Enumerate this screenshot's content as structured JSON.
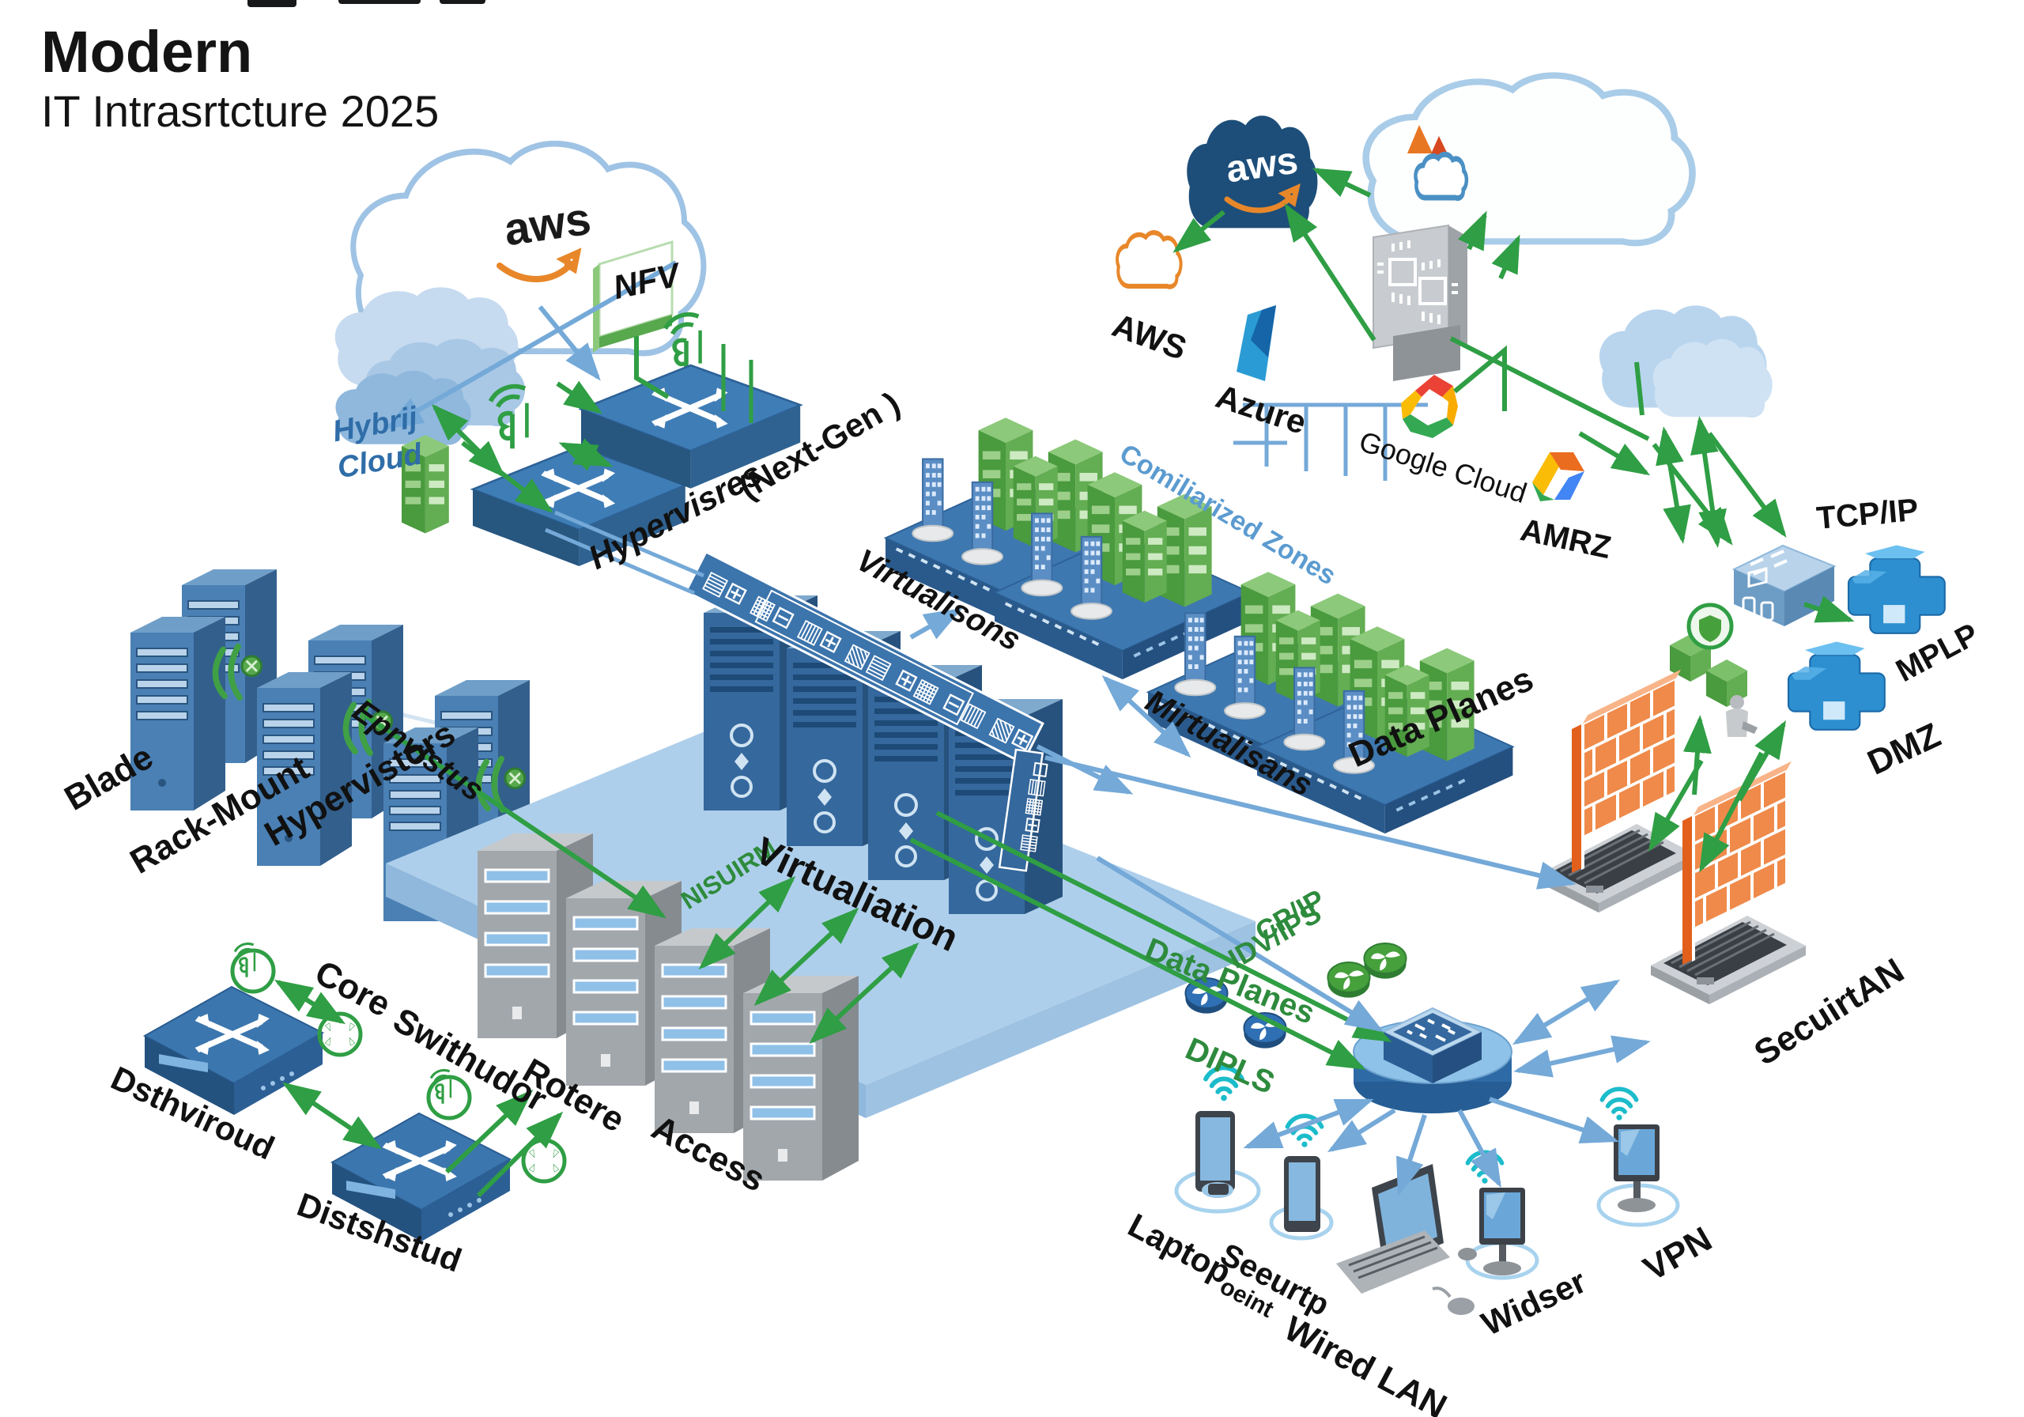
{
  "title": {
    "line1": "Modern",
    "line2": "IT Intrasrtcture 2025"
  },
  "hybrid_cloud": {
    "aws_logo": "aws",
    "name_line1": "Hybrij",
    "name_line2": "Cloud",
    "nfv": "NFV",
    "hypervisors": "Hypervisres",
    "next_gen": "(Next-Gen )"
  },
  "on_prem": {
    "blade": "Blade",
    "rack_mount": "Rack-Mount",
    "hypervisors": "Hypervistors",
    "arrow_label": "Epnvistus"
  },
  "virtualization": {
    "platform": "Virtualiation",
    "nisuirm": "NISUIRM",
    "banner_glyphs": "▤⊞ ▦⊟ ▥⊞ ▧▤ ⊞▦ ⊟▥ ▧⊞",
    "side_strip_glyphs": "⊟▤▦⊞▥",
    "group1": "Virtualisons",
    "group2": "Mirtualisans",
    "data_planes": "Data Planes",
    "zones": "Comiliarized Zones"
  },
  "clouds": {
    "aws_cloud_logo": "aws",
    "aws": "AWS",
    "azure": "Azure",
    "google": "Google Cloud",
    "amrz": "AMRZ"
  },
  "wan": {
    "tcpip": "TCP/IP",
    "mpls": "MPLP",
    "dmz": "DMZ"
  },
  "security": {
    "firewall": "SecuirtAN"
  },
  "network_hub": {
    "cpip": "CP/IP",
    "idvips": "IDV/IPS",
    "data_planes": "Data Planes",
    "dipls": "DIPLS"
  },
  "campus": {
    "core": "Core",
    "distribution_a": "Dsthviroud",
    "switch_router_1": "Swithudor",
    "switch_router_2": "Rotere",
    "access": "Access",
    "distribution_b": "Distshstud"
  },
  "endpoints": {
    "laptop": "Laptop",
    "secure_point_1": "Seeurtp",
    "secure_point_2": "oeint",
    "wired_lan": "Wired LAN",
    "user": "Widser",
    "vpn": "VPN"
  },
  "colors": {
    "arrow_green": "#2f9e44",
    "arrow_blue": "#74a9d8",
    "label_blue": "#5b9bd0",
    "hub_green_label": "#2e8b3d",
    "brick_orange": "#ef8a4a",
    "aws_navy": "#1d4e79",
    "teal": "#1cbccb"
  }
}
